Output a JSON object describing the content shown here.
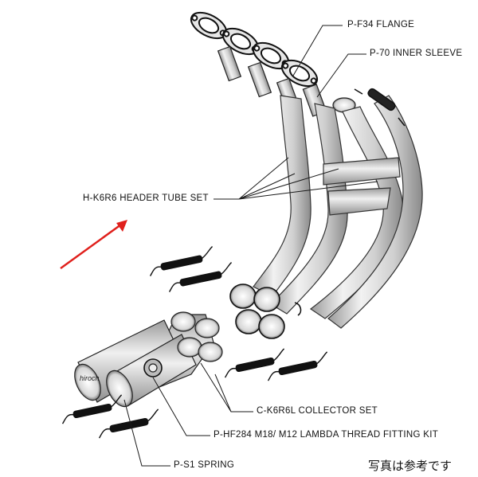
{
  "labels": {
    "flange": "P-F34  FLANGE",
    "inner_sleeve": "P-70  INNER SLEEVE",
    "header_tube_set": "H-K6R6  HEADER TUBE SET",
    "collector_set": "C-K6R6L  COLLECTOR SET",
    "lambda_kit": "P-HF284  M18/ M12 LAMBDA THREAD FITTING KIT",
    "spring": "P-S1  SPRING"
  },
  "watermark": "hiroch",
  "photo_note": "写真は参考です",
  "colors": {
    "arrow": "#e0201c",
    "line": "#1a1a1a",
    "metal": "#d8d8d8"
  }
}
